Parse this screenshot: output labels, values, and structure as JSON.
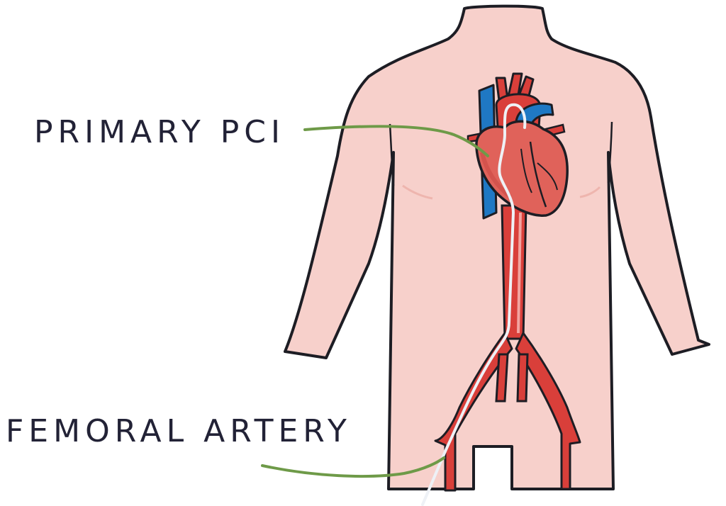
{
  "labels": {
    "primary_pci": "PRIMARY PCI",
    "femoral_artery": "FEMORAL ARTERY"
  },
  "colors": {
    "skin": "#f7d0cb",
    "skin_shadow": "#eeb5ae",
    "outline": "#1d1d24",
    "artery": "#d93f3a",
    "artery_dark": "#b62f2b",
    "vein": "#1f78c4",
    "heart": "#e0625a",
    "catheter": "#eef1f6",
    "pointer": "#6e9a48",
    "text": "#222236"
  },
  "icons": [
    "torso-outline",
    "heart-icon",
    "aorta",
    "iliac-arteries",
    "catheter-wire"
  ]
}
